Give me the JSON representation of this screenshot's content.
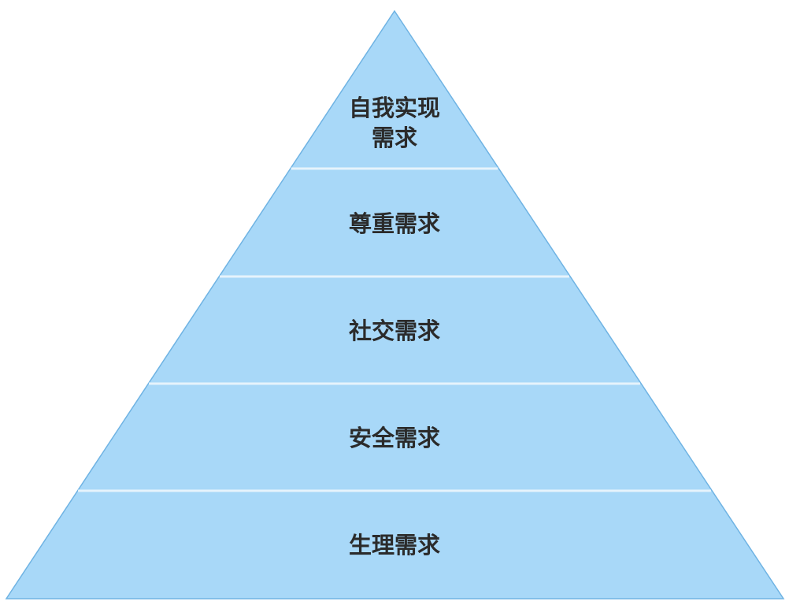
{
  "pyramid": {
    "fill_color": "#a8d8f8",
    "edge_color": "#6fb3e3",
    "divider_color": "#e6f3fc",
    "tiers": [
      {
        "label": "自我实现\n需求"
      },
      {
        "label": "尊重需求"
      },
      {
        "label": "社交需求"
      },
      {
        "label": "安全需求"
      },
      {
        "label": "生理需求"
      }
    ]
  }
}
